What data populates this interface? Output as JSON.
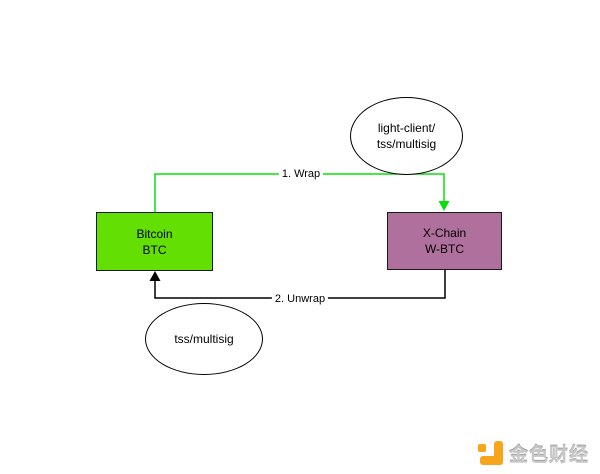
{
  "diagram": {
    "nodes": {
      "bitcoin": {
        "line1": "Bitcoin",
        "line2": "BTC",
        "fill": "#63DF04"
      },
      "xchain": {
        "line1": "X-Chain",
        "line2": "W-BTC",
        "fill": "#AF709D"
      },
      "light_client": {
        "line1": "light-client/",
        "line2": "tss/multisig"
      },
      "tss_multisig": {
        "label": "tss/multisig"
      }
    },
    "edges": {
      "wrap": {
        "label": "1. Wrap",
        "color": "#0ADF0A"
      },
      "unwrap": {
        "label": "2. Unwrap",
        "color": "#000000"
      }
    }
  },
  "watermark": {
    "text": "金色财经",
    "icon": "jinse-logo-icon",
    "icon_color": "#F7A51D",
    "text_color": "#C6C6C6"
  }
}
